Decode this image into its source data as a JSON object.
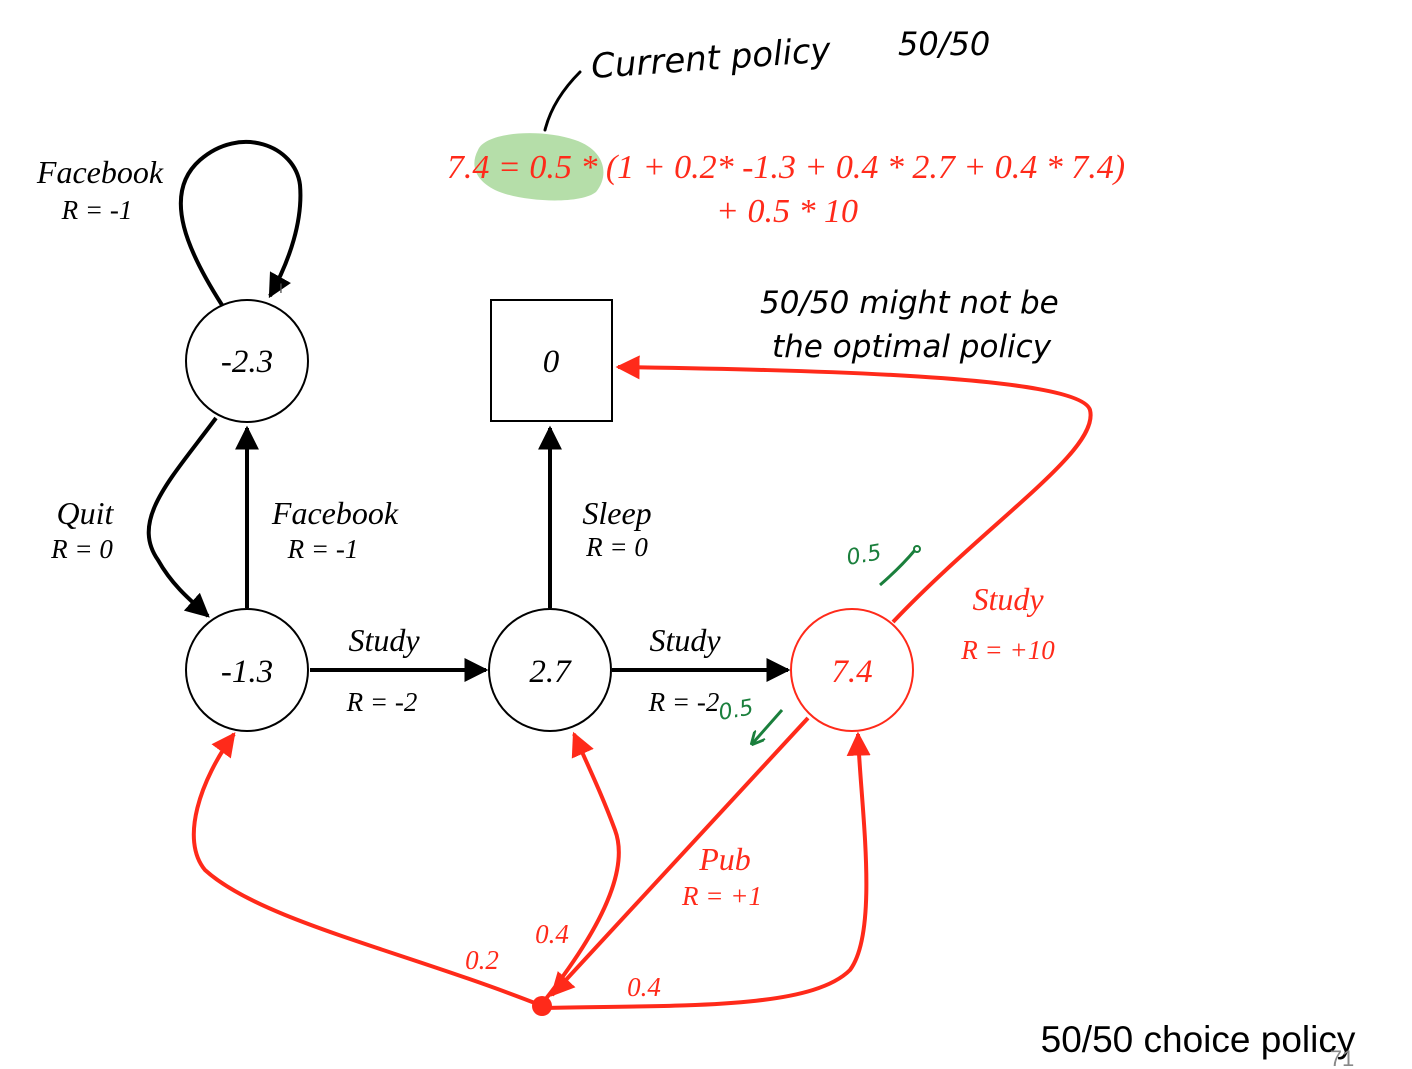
{
  "colors": {
    "black": "#000000",
    "red": "#ff2a1a",
    "green": "#1a7f3c",
    "highlight": "#a8d89a",
    "grey": "#888888"
  },
  "annotations": {
    "current_policy": "Current policy",
    "fraction_top": "50/50",
    "note_line1": "50/50 might not be",
    "note_line2": "the optimal policy",
    "prob_study": "0.5",
    "prob_pub": "0.5"
  },
  "equation": {
    "line1_lhs": "7.4 =",
    "line1_highlight": "0.5 *",
    "line1_rest": "(1 + 0.2* -1.3 + 0.4 * 2.7 + 0.4 * 7.4)",
    "line2": "+ 0.5 * 10"
  },
  "nodes": {
    "fb_state": "-2.3",
    "class1": "-1.3",
    "class2": "2.7",
    "class3": "7.4",
    "sleep_state": "0"
  },
  "edges": {
    "facebook_loop_action": "Facebook",
    "facebook_loop_reward": "R = -1",
    "quit_action": "Quit",
    "quit_reward": "R = 0",
    "facebook_action": "Facebook",
    "facebook_reward": "R = -1",
    "sleep_action": "Sleep",
    "sleep_reward": "R = 0",
    "study1_action": "Study",
    "study1_reward": "R = -2",
    "study2_action": "Study",
    "study2_reward": "R = -2",
    "study3_action": "Study",
    "study3_reward": "R = +10",
    "pub_action": "Pub",
    "pub_reward": "R = +1",
    "prob_02": "0.2",
    "prob_04a": "0.4",
    "prob_04b": "0.4"
  },
  "footer": {
    "caption": "50/50 choice policy",
    "page_number": "71"
  }
}
